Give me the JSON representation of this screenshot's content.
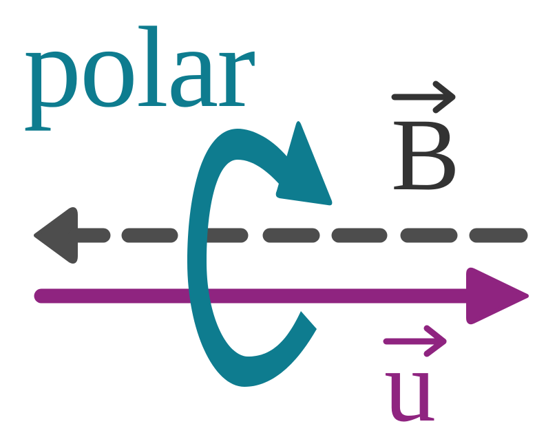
{
  "diagram": {
    "title": "polar",
    "labels": {
      "magnetic_field": "B",
      "velocity": "u"
    },
    "elements": [
      {
        "name": "magnetic-field-arrow",
        "style": "dashed",
        "direction": "left",
        "label": "B"
      },
      {
        "name": "velocity-arrow",
        "style": "solid",
        "direction": "right",
        "label": "u"
      },
      {
        "name": "rotation-arrow",
        "style": "curved",
        "direction": "clockwise"
      }
    ]
  },
  "colors": {
    "title": "#0e7c8f",
    "rotation": "#0e7c8f",
    "field": "#4d4d4d",
    "field_label": "#333333",
    "velocity": "#8f2480"
  }
}
